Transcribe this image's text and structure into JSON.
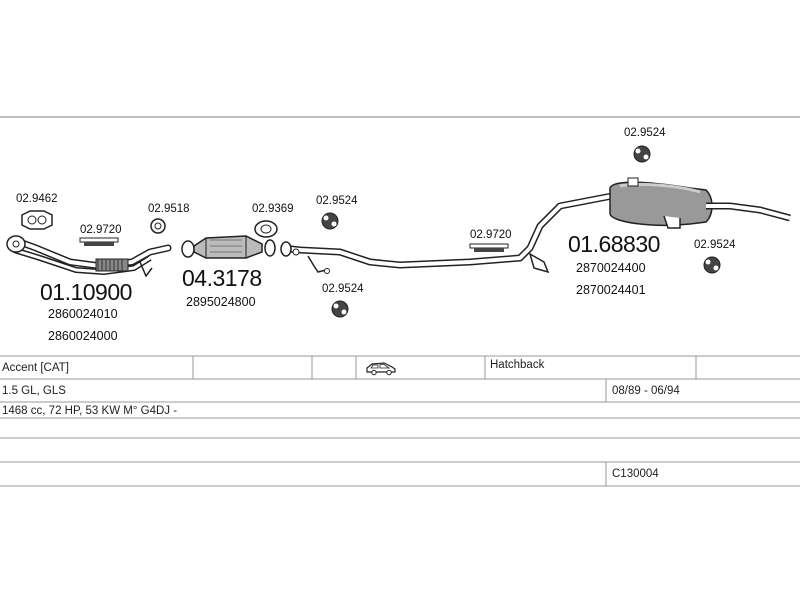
{
  "parts": {
    "downpipe": {
      "code": "01.10900",
      "refs": [
        "2860024010",
        "2860024000"
      ]
    },
    "catalyst": {
      "code": "04.3178",
      "refs": [
        "2895024800"
      ]
    },
    "rear_silencer": {
      "code": "01.68830",
      "refs": [
        "2870024400",
        "2870024401"
      ]
    }
  },
  "clips": {
    "gasket_front": "02.9462",
    "clamp_front": "02.9720",
    "gasket_cat_in": "02.9518",
    "gasket_cat_out": "02.9369",
    "hanger_mid_top": "02.9524",
    "hanger_mid_bottom": "02.9524",
    "clamp_mid": "02.9720",
    "hanger_rear_top": "02.9524",
    "hanger_rear_right": "02.9524"
  },
  "table": {
    "model": "Accent  [CAT]",
    "body": "Hatchback",
    "version": "1.5 GL, GLS",
    "years": "08/89 - 06/94",
    "engine": "1468 cc, 72 HP, 53 KW M° G4DJ -",
    "row4": "",
    "ref_code": "C130004"
  },
  "icons": {
    "body_type": "hatchback-car-icon"
  }
}
